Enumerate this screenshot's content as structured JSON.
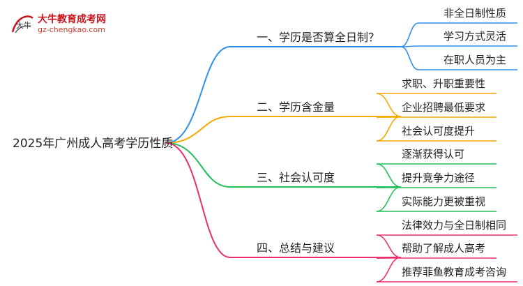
{
  "logo": {
    "title": "大牛教育成考网",
    "url": "gz-chengkao.com",
    "mark_text": "大牛"
  },
  "mindmap": {
    "root": "2025年广州成人高考学历性质",
    "branches": [
      {
        "label": "一、学历是否算全日制？",
        "color": "#2f8ff0",
        "children": [
          "非全日制性质",
          "学习方式灵活",
          "在职人员为主"
        ]
      },
      {
        "label": "二、学历含金量",
        "color": "#f2a900",
        "children": [
          "求职、升职重要性",
          "企业招聘最低要求",
          "社会认可度提升"
        ]
      },
      {
        "label": "三、社会认可度",
        "color": "#22c05a",
        "children": [
          "逐渐获得认可",
          "提升竞争力途径",
          "实际能力更被重视"
        ]
      },
      {
        "label": "四、总结与建议",
        "color": "#ea2f6c",
        "children": [
          "法律效力与全日制相同",
          "帮助了解成人高考",
          "推荐菲鱼教育成考咨询"
        ]
      }
    ]
  }
}
